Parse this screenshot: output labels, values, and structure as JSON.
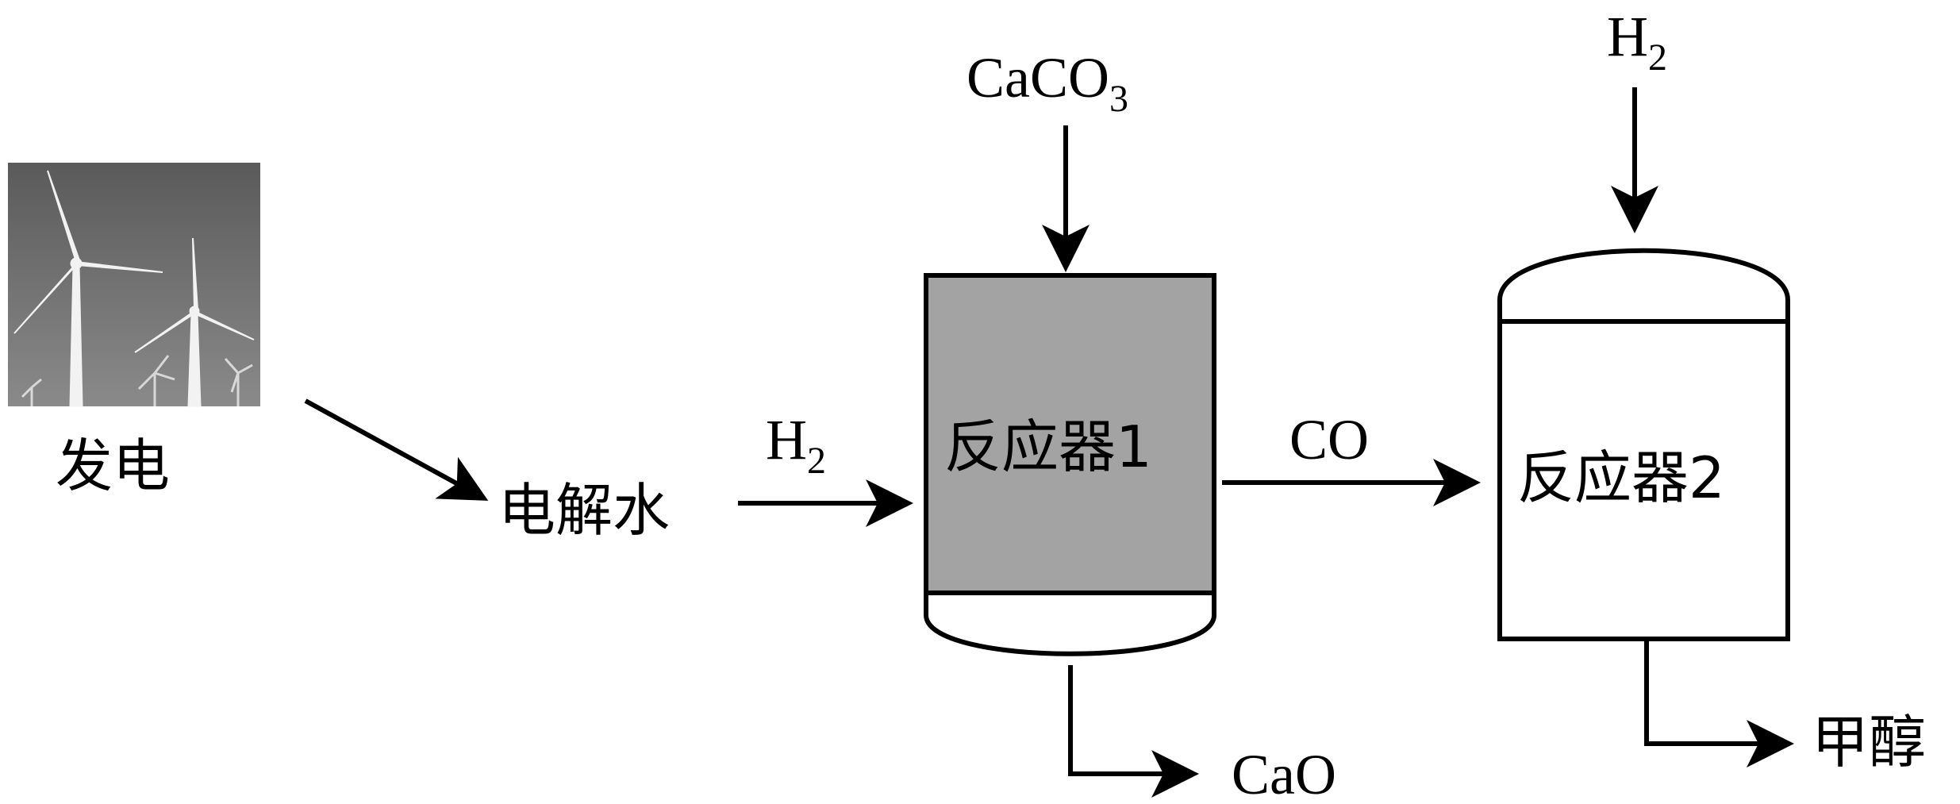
{
  "power": {
    "label": "发电",
    "image_icon": "wind-turbine-photo"
  },
  "electrolysis": {
    "label": "电解水"
  },
  "h2_feed_1": {
    "base": "H",
    "sub": "2"
  },
  "caco3_feed": {
    "base": "CaCO",
    "sub": "3"
  },
  "reactor1": {
    "label": "反应器1",
    "fill": "#a3a3a3"
  },
  "co_stream": {
    "label": "CO"
  },
  "cao_output": {
    "label": "CaO"
  },
  "h2_feed_2": {
    "base": "H",
    "sub": "2"
  },
  "reactor2": {
    "label": "反应器2",
    "fill": "#ffffff"
  },
  "methanol_output": {
    "label": "甲醇"
  }
}
